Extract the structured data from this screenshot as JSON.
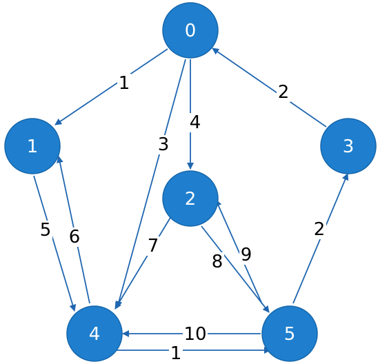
{
  "graph": {
    "directed": true,
    "colors": {
      "node_fill": "#1f7fce",
      "node_text": "#ffffff",
      "edge": "#1f66b0",
      "label_text": "#000000"
    },
    "nodes": [
      {
        "id": "0",
        "label": "0"
      },
      {
        "id": "1",
        "label": "1"
      },
      {
        "id": "2",
        "label": "2"
      },
      {
        "id": "3",
        "label": "3"
      },
      {
        "id": "4",
        "label": "4"
      },
      {
        "id": "5",
        "label": "5"
      }
    ],
    "edges": [
      {
        "from": "0",
        "to": "1",
        "weight": "1"
      },
      {
        "from": "0",
        "to": "2",
        "weight": "4"
      },
      {
        "from": "0",
        "to": "4",
        "weight": "3"
      },
      {
        "from": "3",
        "to": "0",
        "weight": "2"
      },
      {
        "from": "1",
        "to": "4",
        "weight": "5"
      },
      {
        "from": "4",
        "to": "1",
        "weight": "6"
      },
      {
        "from": "2",
        "to": "4",
        "weight": "7"
      },
      {
        "from": "2",
        "to": "5",
        "weight": "8"
      },
      {
        "from": "5",
        "to": "2",
        "weight": "9"
      },
      {
        "from": "5",
        "to": "3",
        "weight": "2"
      },
      {
        "from": "5",
        "to": "4",
        "weight": "10"
      },
      {
        "from": "4",
        "to": "5",
        "weight": "1"
      }
    ]
  }
}
